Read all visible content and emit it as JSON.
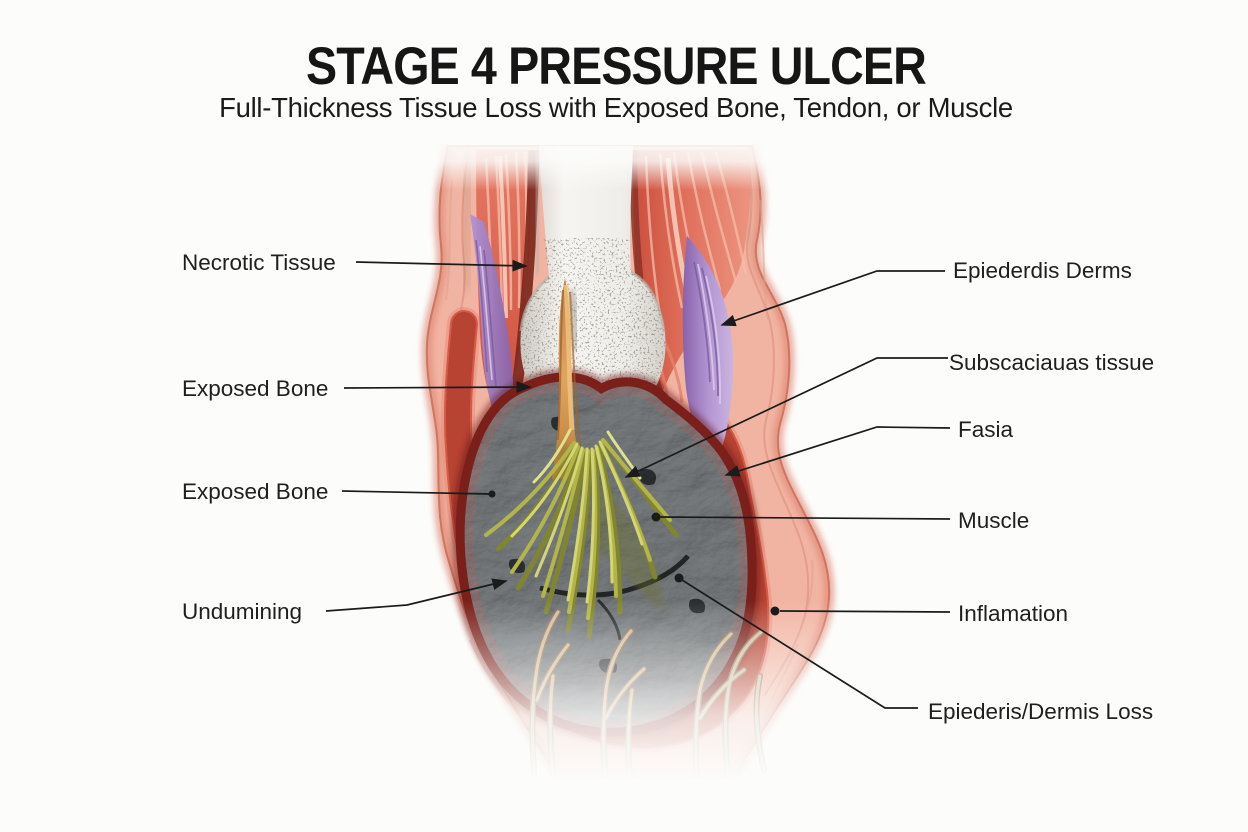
{
  "title": "STAGE 4 PRESSURE ULCER",
  "subtitle": "Full-Thickness Tissue Loss with Exposed Bone, Tendon, or Muscle",
  "labels": {
    "left": [
      "Necrotic Tissue",
      "Exposed Bone",
      "Exposed Bone",
      "Undumining"
    ],
    "right": [
      "Epiederdis Derms",
      "Subscaciauas tissue",
      "Fasia",
      "Muscle",
      "Inflamation",
      "Epiederis/Dermis Loss"
    ]
  },
  "colors": {
    "background": "#fcfcfb",
    "text": "#1b1b1b",
    "leader_line": "#1c1c1c",
    "skin": "#f0a894",
    "skin_edge": "#bf5f4c",
    "muscle": "#d9654f",
    "muscle_deep": "#7e2b21",
    "fascia": "#9b79be",
    "bone": "#f2f0eb",
    "tendon": "#d49a55",
    "slough": "#acae45",
    "necrotic_eschar": "#33363a",
    "inflamed_ring": "#d55b47"
  }
}
